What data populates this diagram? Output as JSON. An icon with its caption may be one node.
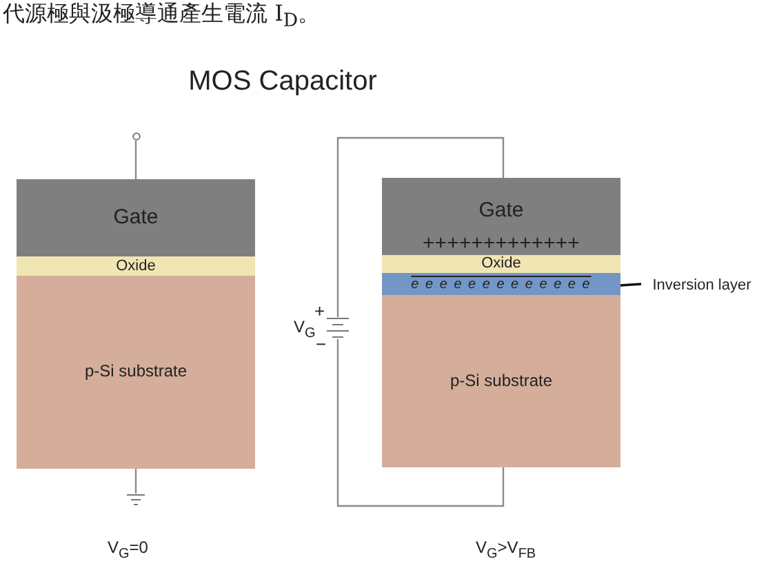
{
  "diagram": {
    "title": "MOS Capacitor",
    "nodes": [
      {
        "text": [],
        "shape": "circle"
      },
      {
        "text": [
          "Gate"
        ]
      },
      {
        "text": [
          "Oxide"
        ]
      },
      {
        "text": [
          "p-Si substrate"
        ]
      },
      {
        "text": [],
        "shape": "ground"
      },
      {
        "text": [],
        "shape": "battery",
        "beside": [
          "+",
          "V$_{G}$",
          "−"
        ]
      },
      {
        "text": [
          "Gate",
          "+++++++++++++"
        ]
      },
      {
        "text": [
          "Oxide"
        ]
      },
      {
        "text": [
          "e e e e e e e e e e e e e"
        ]
      },
      {
        "text": [
          "p-Si substrate"
        ]
      },
      {
        "text": [
          "Inversion layer"
        ]
      }
    ],
    "edges": [
      {
        "from": 0,
        "to": 1,
        "arrow": "none"
      },
      {
        "from": 3,
        "to": 4,
        "arrow": "none"
      },
      {
        "from": 6,
        "to": 5,
        "arrow": "none"
      },
      {
        "from": 5,
        "to": 9,
        "arrow": "none"
      },
      {
        "from": 10,
        "to": 8,
        "arrow": "none",
        "color": "#111111"
      }
    ],
    "labels": [
      "代源極與汲極導通產生電流 I$_{D}$。",
      "V$_{G}$=0",
      "V$_{G}$>V$_{FB}$"
    ]
  }
}
